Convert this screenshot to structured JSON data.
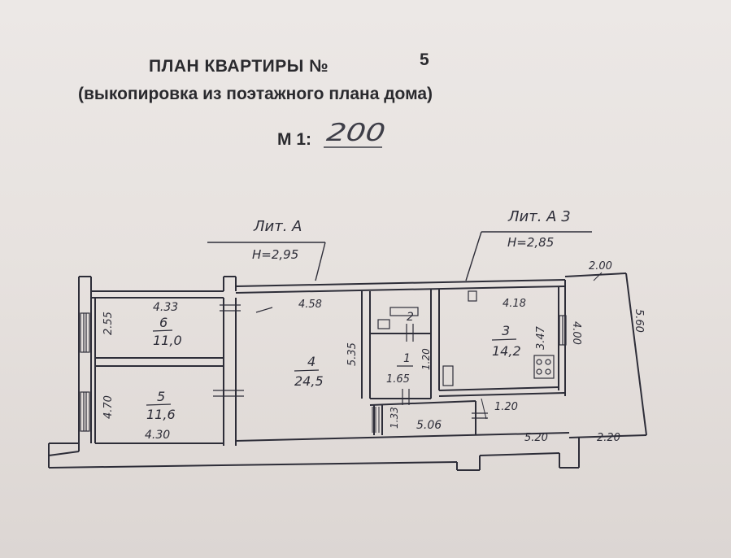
{
  "header": {
    "title": "ПЛАН КВАРТИРЫ №",
    "number": "5",
    "subtitle": "(выкопировка из поэтажного плана дома)",
    "scale_label": "М 1:",
    "scale_value": "200"
  },
  "plan": {
    "lit_a": {
      "label": "Лит. А",
      "height": "Н=2,95"
    },
    "lit_a3": {
      "label": "Лит. А 3",
      "height": "Н=2,85"
    },
    "rooms": [
      {
        "num": "6",
        "area": "11,0"
      },
      {
        "num": "5",
        "area": "11,6"
      },
      {
        "num": "4",
        "area": "24,5"
      },
      {
        "num": "2",
        "area": ""
      },
      {
        "num": "1",
        "area": ""
      },
      {
        "num": "3",
        "area": "14,2"
      }
    ],
    "dims": {
      "d433": "4.33",
      "d255": "2.55",
      "d470": "4.70",
      "d430": "4.30",
      "d458": "4.58",
      "d535": "5.35",
      "d120a": "1.20",
      "d165": "1.65",
      "d133": "1.33",
      "d506": "5.06",
      "d120b": "1.20",
      "d418": "4.18",
      "d347": "3.47",
      "d400": "4.00",
      "d200": "2.00",
      "d560": "5.60",
      "d520": "5.20",
      "d220": "2.20"
    }
  }
}
